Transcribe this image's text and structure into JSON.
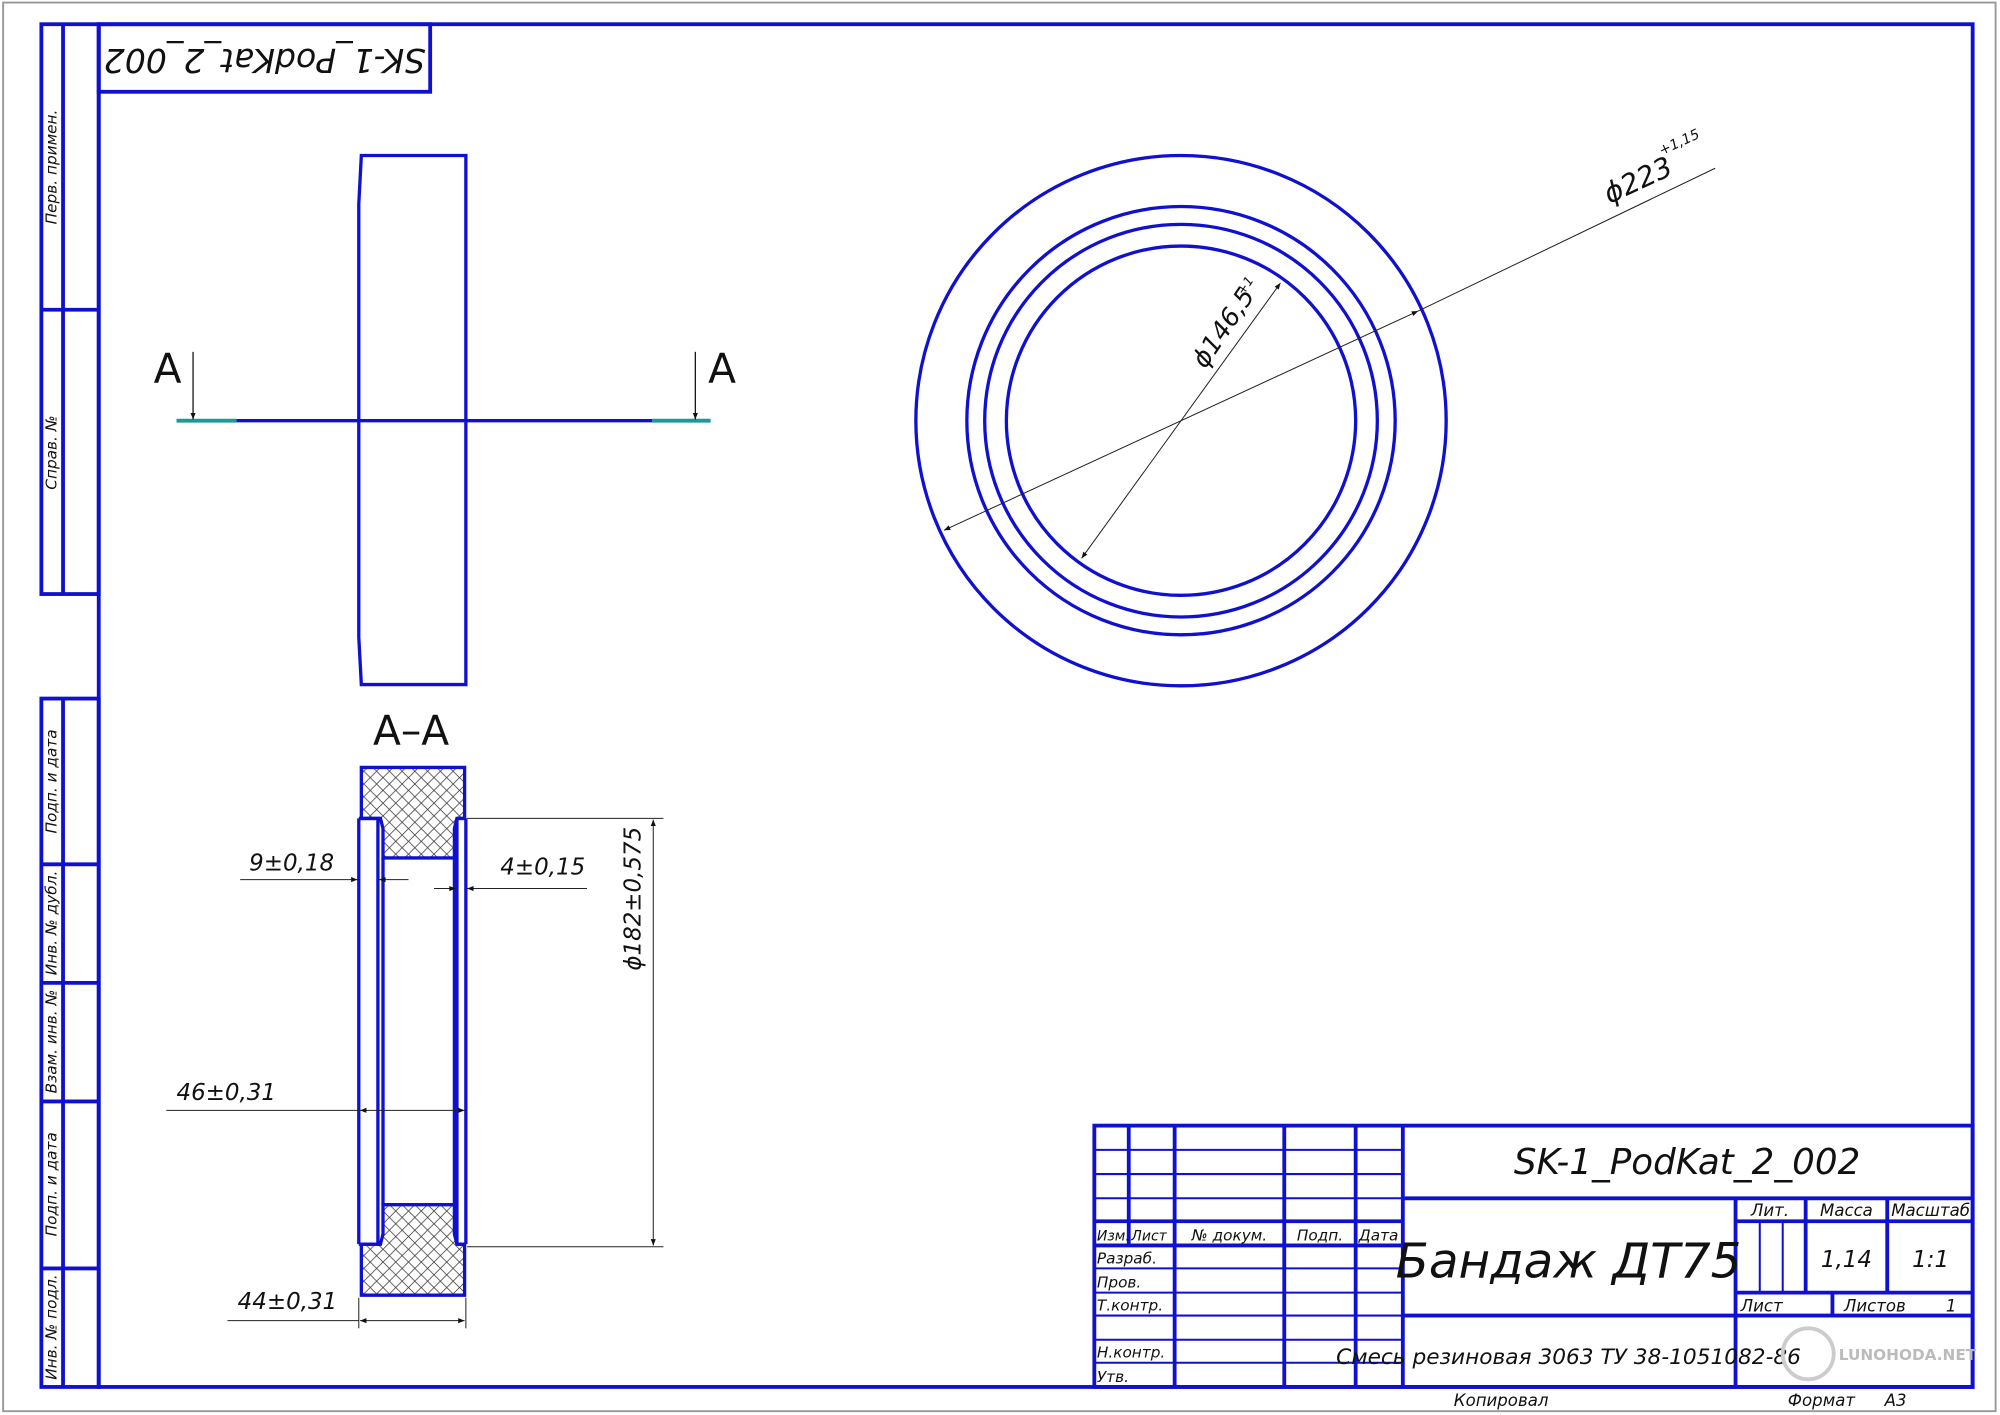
{
  "drawing": {
    "designation": "SK-1_PodKat_2_002",
    "designation_rotated": "SK-1_PodKat_2_002",
    "part_name": "Бандаж ДТ75",
    "material": "Смесь резиновая 3063  ТУ 38-1051082-86",
    "colors": {
      "line": "#1010d0",
      "section_mark": "#1a9a9a",
      "text": "#111111"
    }
  },
  "side_stamps": {
    "top": [
      "Перв. примен.",
      "Справ. №"
    ],
    "bottom": [
      "Подп. и дата",
      "Инв. № дубл.",
      "Взам. инв. №",
      "Подп. и дата",
      "Инв. № подл."
    ]
  },
  "views": {
    "section_letter_left": "A",
    "section_letter_right": "A",
    "section_title": "A–A"
  },
  "dimensions": {
    "outer_diameter": "ϕ223",
    "outer_diameter_tol": "+1,15",
    "inner_diameter": "ϕ146,5",
    "inner_diameter_tol": "+1",
    "groove_diameter": "ϕ182±0,575",
    "wall": "9±0,18",
    "lip": "4±0,15",
    "inner_width": "46±0,31",
    "width": "44±0,31"
  },
  "title_block": {
    "headers": {
      "izm": "Изм.",
      "list": "Лист",
      "doc": "№ докум.",
      "sign": "Подп.",
      "date": "Дата"
    },
    "roles": [
      "Разраб.",
      "Пров.",
      "Т.контр.",
      "",
      "Н.контр.",
      "Утв."
    ],
    "lit_label": "Лит.",
    "mass_label": "Масса",
    "scale_label": "Масштаб",
    "mass_value": "1,14",
    "scale_value": "1:1",
    "sheet_label": "Лист",
    "sheets_label": "Листов",
    "sheets_value": "1",
    "logo_text": "LUNOHODA.NET",
    "copied_label": "Копировал",
    "format_label": "Формат",
    "format_value": "A3"
  }
}
